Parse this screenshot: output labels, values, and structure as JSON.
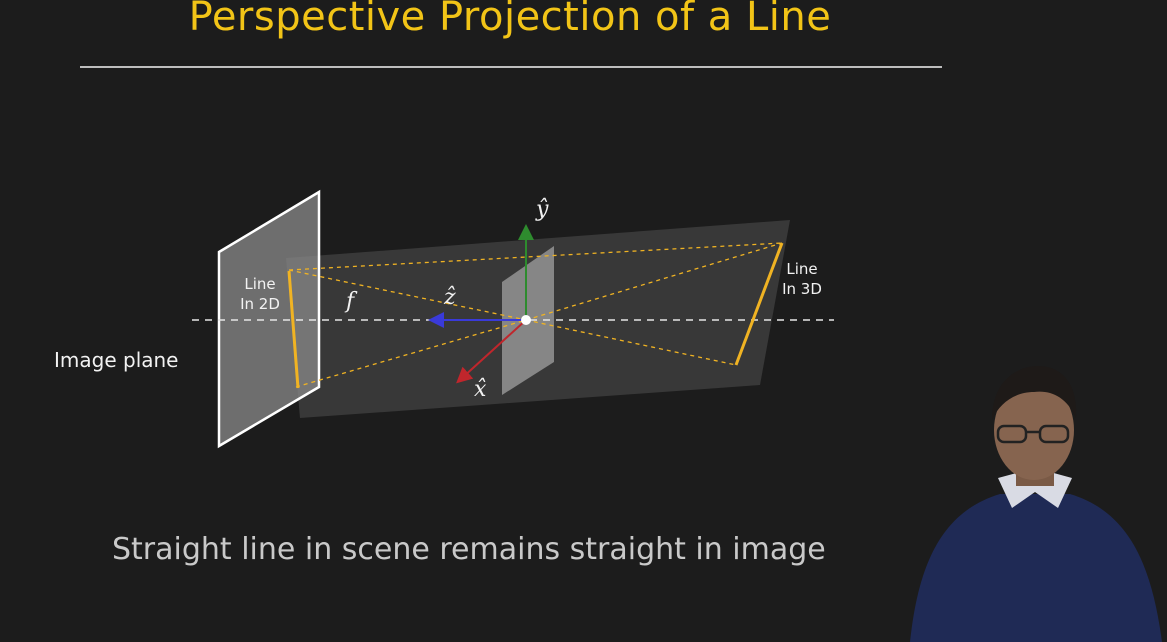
{
  "slide": {
    "title": "Perspective Projection of a Line",
    "caption": "Straight line in scene remains straight in image"
  },
  "diagram": {
    "image_plane_label": "Image plane",
    "line_2d_label": [
      "Line",
      "In 2D"
    ],
    "line_3d_label": [
      "Line",
      "In 3D"
    ],
    "focal_label": "f",
    "axes": {
      "x": "x̂",
      "y": "ŷ",
      "z": "ẑ"
    }
  },
  "colors": {
    "background": "#1c1c1c",
    "title": "#f2c417",
    "line": "#f0b323",
    "x_axis": "#c0262c",
    "y_axis": "#2e8b2e",
    "z_axis": "#3a3ad8"
  },
  "presenter": "presenter-video-overlay"
}
